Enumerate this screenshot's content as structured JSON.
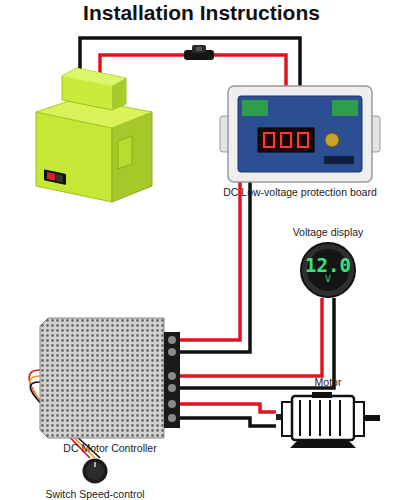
{
  "diagram": {
    "title": "Installation Instructions",
    "nodes": [
      {
        "text": [
          "DC Low-voltage protection board"
        ]
      },
      {
        "text": [
          "Voltage display",
          "12.0",
          "V"
        ]
      },
      {
        "text": [
          "DC Motor Controller"
        ]
      },
      {
        "text": [
          "Motor"
        ]
      },
      {
        "text": [
          "Switch Speed-control"
        ]
      }
    ],
    "edges": [
      {
        "from": 0,
        "to": 2,
        "arrow": "none"
      },
      {
        "from": 2,
        "to": 1,
        "arrow": "none"
      },
      {
        "from": 2,
        "to": 3,
        "arrow": "none"
      },
      {
        "from": 2,
        "to": 4,
        "arrow": "none"
      }
    ]
  }
}
